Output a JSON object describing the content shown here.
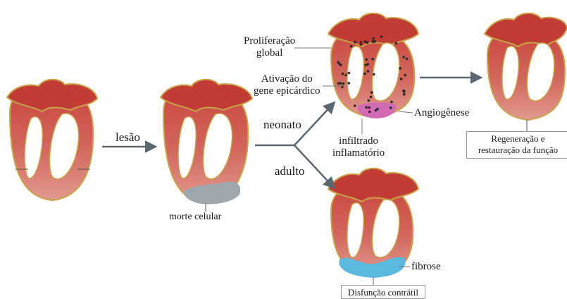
{
  "labels": {
    "injury": "lesão",
    "cell_death": "morte celular",
    "neonate": "neonato",
    "adult": "adulto",
    "global_proliferation": "Proliferação\nglobal",
    "epicardial_activation": "Ativação do\ngene epicárdico",
    "angiogenesis": "Angiogênese",
    "inflammatory_infiltrate": "infiltrado\ninflamatório",
    "fibrosis": "fibrose",
    "regeneration": "Regeneração e\nrestauração da função",
    "contractile_dysfunction": "Disfunção contrátil"
  },
  "colors": {
    "myocardium_top": "#c9463e",
    "myocardium_bottom": "#e0958c",
    "outline": "#c9a24a",
    "arrow": "#5a6670",
    "necrosis": "#9ea7ad",
    "inflammation": "#d06bb4",
    "fibrosis": "#5bb8df",
    "dots": "#2a2a2a"
  }
}
